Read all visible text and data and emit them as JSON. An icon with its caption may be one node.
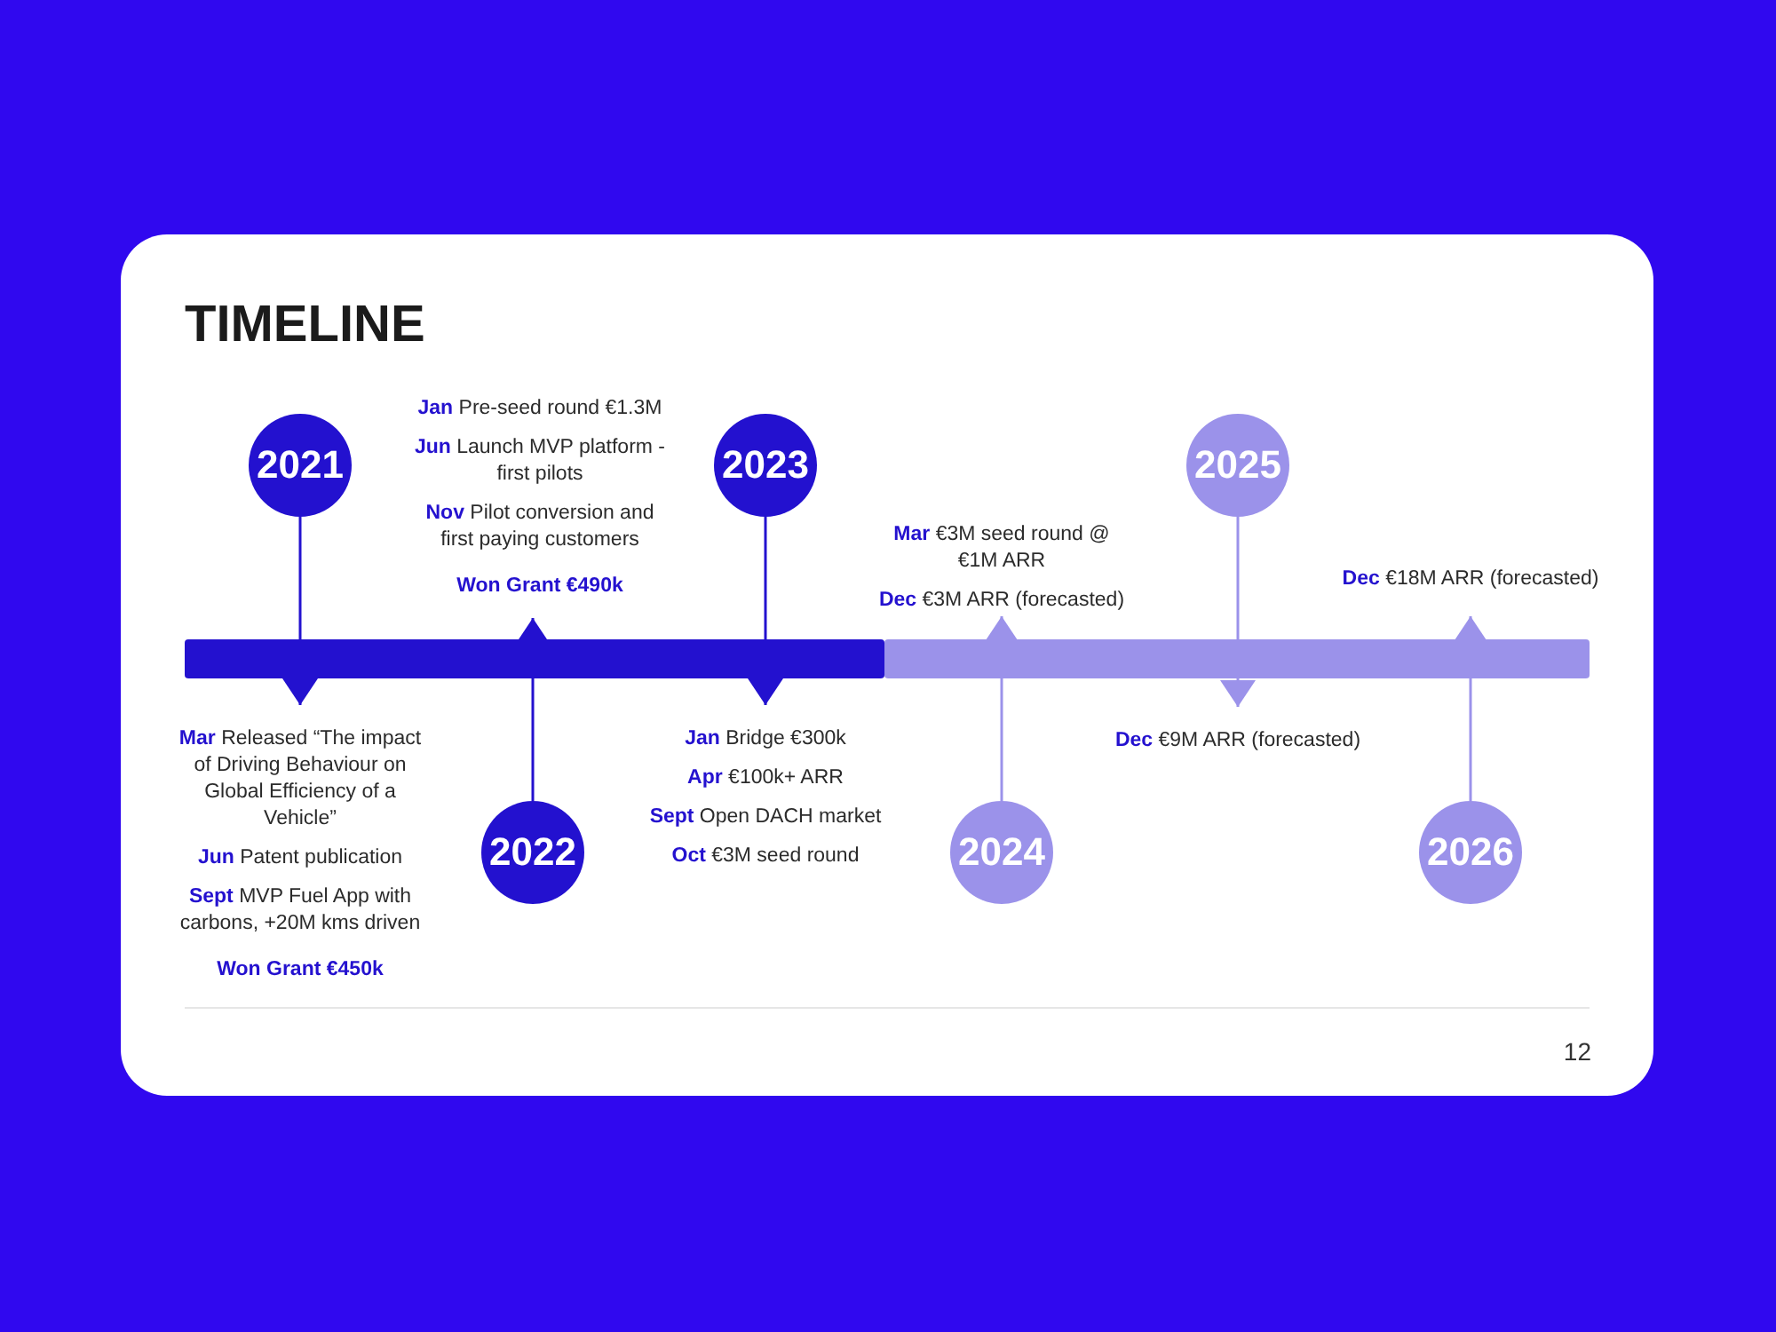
{
  "diagram": {
    "title": "TIMELINE",
    "nodes": [
      {
        "text": [
          "2021"
        ]
      },
      {
        "text": [
          "**Jan** Pre-seed round €1.3M",
          "**Jun** Launch MVP platform - first pilots",
          "**Nov** Pilot conversion and first paying customers",
          "Won Grant €490k"
        ]
      },
      {
        "text": [
          "2023"
        ]
      },
      {
        "text": [
          "**Mar** €3M seed round @ €1M ARR",
          "**Dec** €3M ARR (forecasted)"
        ]
      },
      {
        "text": [
          "2025"
        ]
      },
      {
        "text": [
          "**Dec** €18M ARR (forecasted)"
        ]
      },
      {
        "text": [],
        "shape": "bar"
      },
      {
        "text": [],
        "shape": "bar"
      },
      {
        "text": [
          "**Mar** Released “The impact of Driving Behaviour on Global Efficiency of a Vehicle”",
          "**Jun** Patent publication",
          "**Sept** MVP Fuel App with carbons, +20M kms driven",
          "Won Grant €450k"
        ]
      },
      {
        "text": [
          "2022"
        ]
      },
      {
        "text": [
          "**Jan** Bridge €300k",
          "**Apr** €100k+ ARR",
          "**Sept** Open DACH market",
          "**Oct** €3M seed round"
        ]
      },
      {
        "text": [
          "2024"
        ]
      },
      {
        "text": [
          "**Dec** €9M ARR (forecasted)"
        ]
      },
      {
        "text": [
          "2026"
        ]
      }
    ],
    "edges": [
      {
        "from": 0,
        "to": 6,
        "arrow": "none"
      },
      {
        "from": 6,
        "to": 8,
        "arrow": "to"
      },
      {
        "from": 9,
        "to": 6,
        "arrow": "none"
      },
      {
        "from": 6,
        "to": 1,
        "arrow": "to"
      },
      {
        "from": 2,
        "to": 6,
        "arrow": "none"
      },
      {
        "from": 6,
        "to": 10,
        "arrow": "to"
      },
      {
        "from": 11,
        "to": 7,
        "arrow": "none",
        "color": "#9b92ea"
      },
      {
        "from": 7,
        "to": 3,
        "arrow": "to",
        "color": "#9b92ea"
      },
      {
        "from": 4,
        "to": 7,
        "arrow": "none",
        "color": "#9b92ea"
      },
      {
        "from": 7,
        "to": 12,
        "arrow": "to",
        "color": "#9b92ea"
      },
      {
        "from": 13,
        "to": 7,
        "arrow": "none",
        "color": "#9b92ea"
      },
      {
        "from": 7,
        "to": 5,
        "arrow": "to",
        "color": "#9b92ea"
      }
    ],
    "labels": [
      "12"
    ]
  }
}
